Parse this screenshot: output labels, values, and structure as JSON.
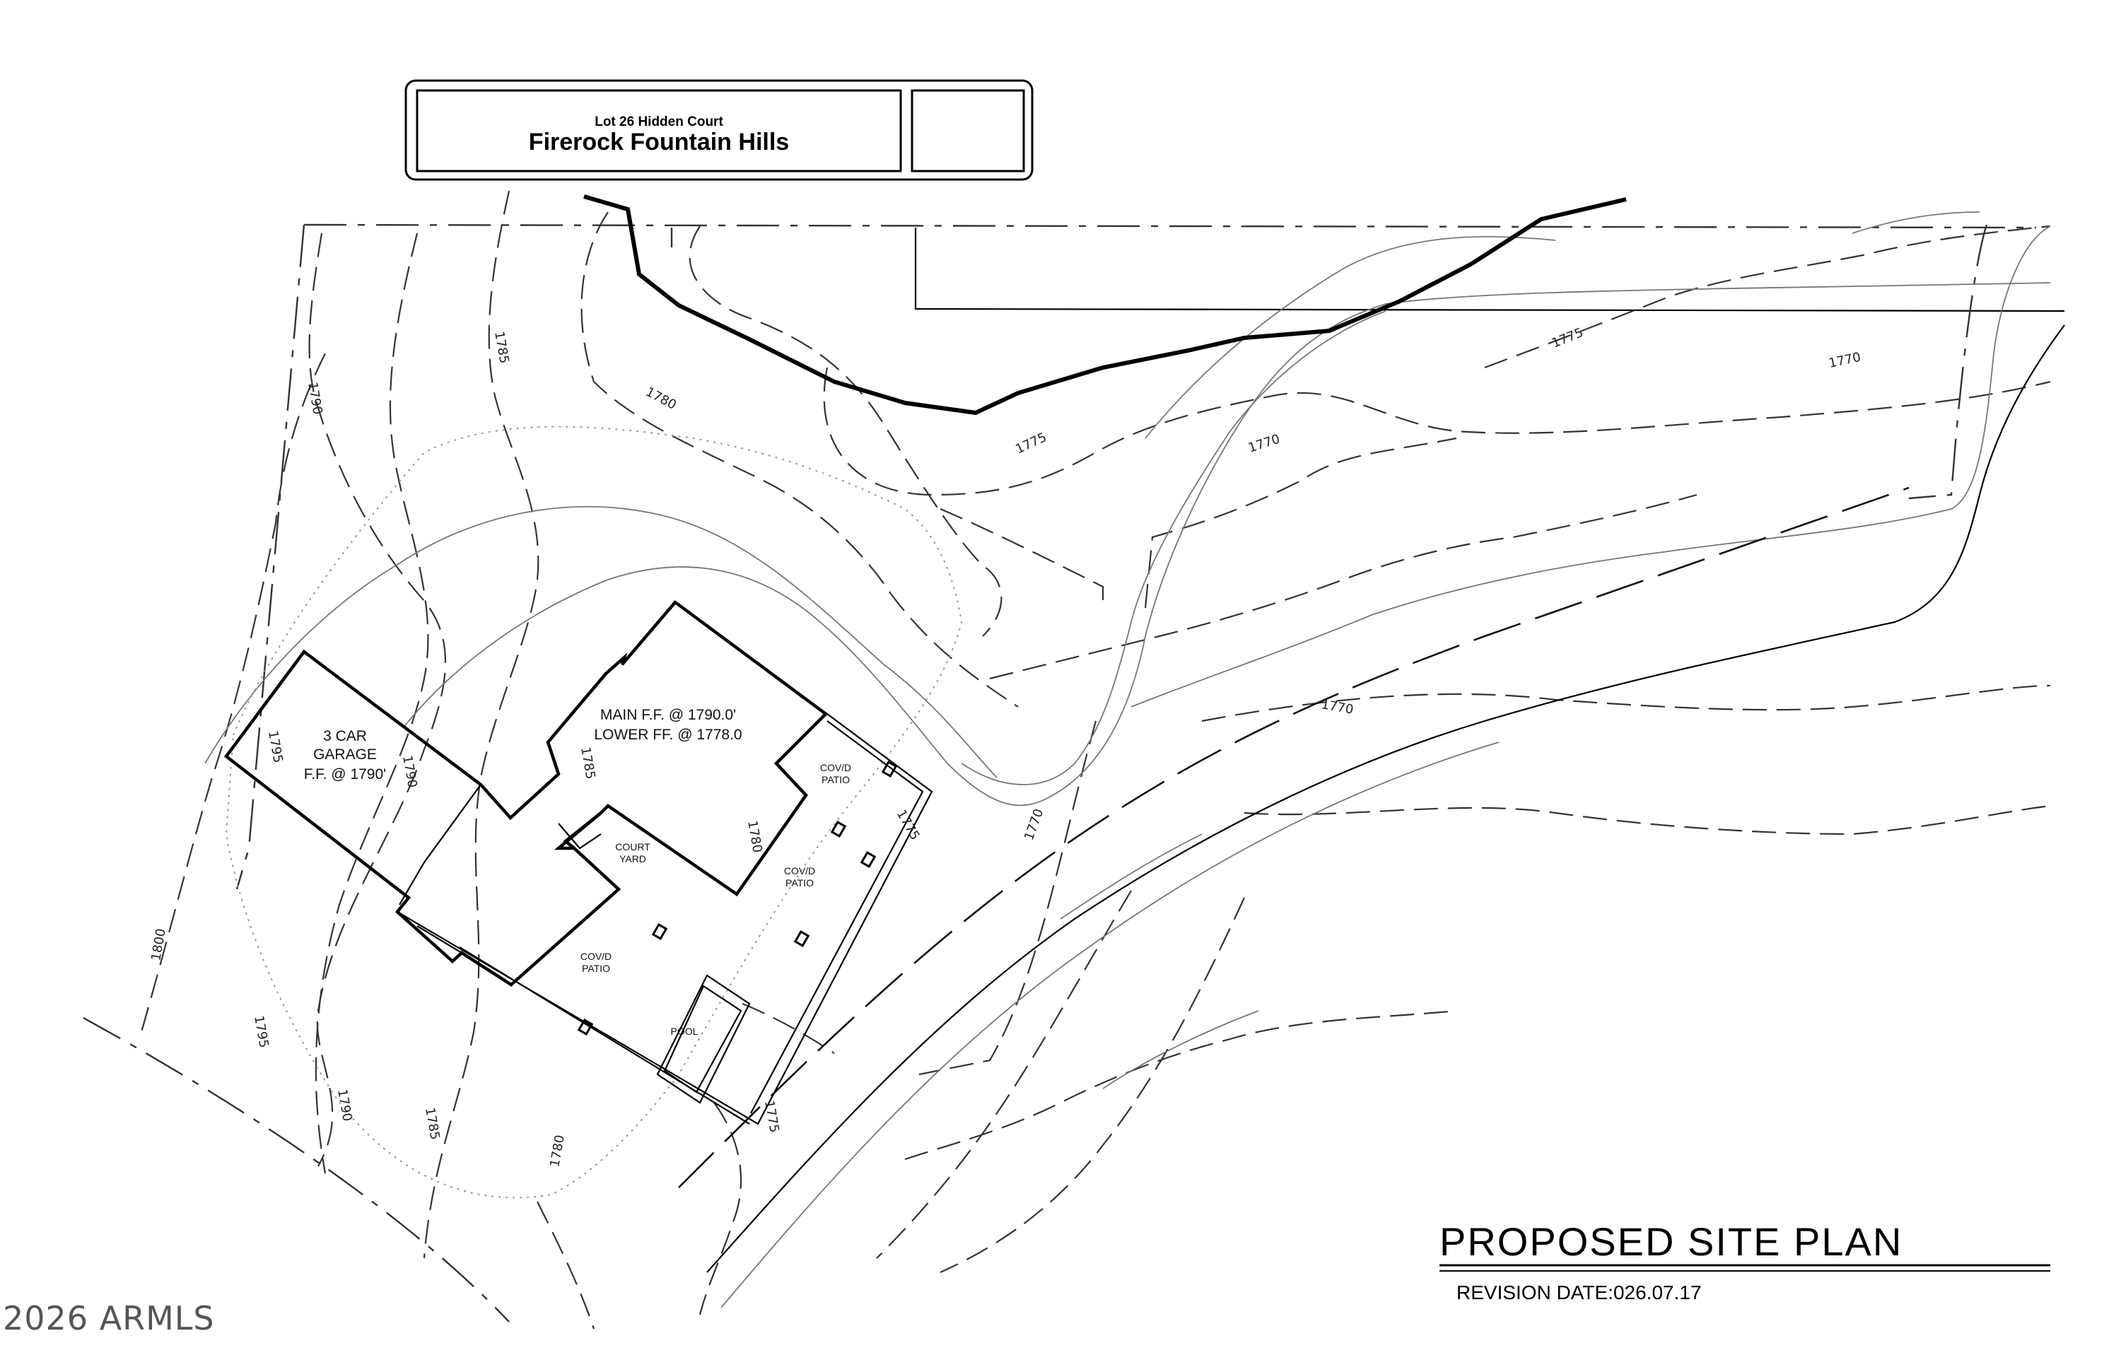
{
  "title_block": {
    "line1": "Lot 26 Hidden Court",
    "line2": "Firerock Fountain Hills"
  },
  "plan_title": "PROPOSED SITE PLAN",
  "revision": "REVISION DATE:026.07.17",
  "watermark": "2026 ARMLS",
  "rooms": {
    "garage_line1": "3 CAR",
    "garage_line2": "GARAGE",
    "garage_line3": "F.F. @ 1790'",
    "main_line1": "MAIN F.F. @ 1790.0'",
    "main_line2": "LOWER FF. @ 1778.0",
    "court_line1": "COURT",
    "court_line2": "YARD",
    "patio_a_line1": "COV/D",
    "patio_a_line2": "PATIO",
    "patio_b_line1": "COV/D",
    "patio_b_line2": "PATIO",
    "patio_c_line1": "COV/D",
    "patio_c_line2": "PATIO",
    "pool": "POOL"
  },
  "elevations": {
    "e1": "1790",
    "e2": "1785",
    "e3": "1780",
    "e4": "1775",
    "e5": "1770",
    "e6": "1775",
    "e7": "1770",
    "e8": "1770",
    "e9": "1785",
    "e10": "1780",
    "e11": "1790",
    "e12": "1795",
    "e13": "1775",
    "e14": "1770",
    "e15": "1800",
    "e16": "1795",
    "e17": "1790",
    "e18": "1785",
    "e19": "1775",
    "e20": "1780"
  },
  "colors": {
    "line": "#000000",
    "background": "#ffffff",
    "watermark": "#555555"
  }
}
